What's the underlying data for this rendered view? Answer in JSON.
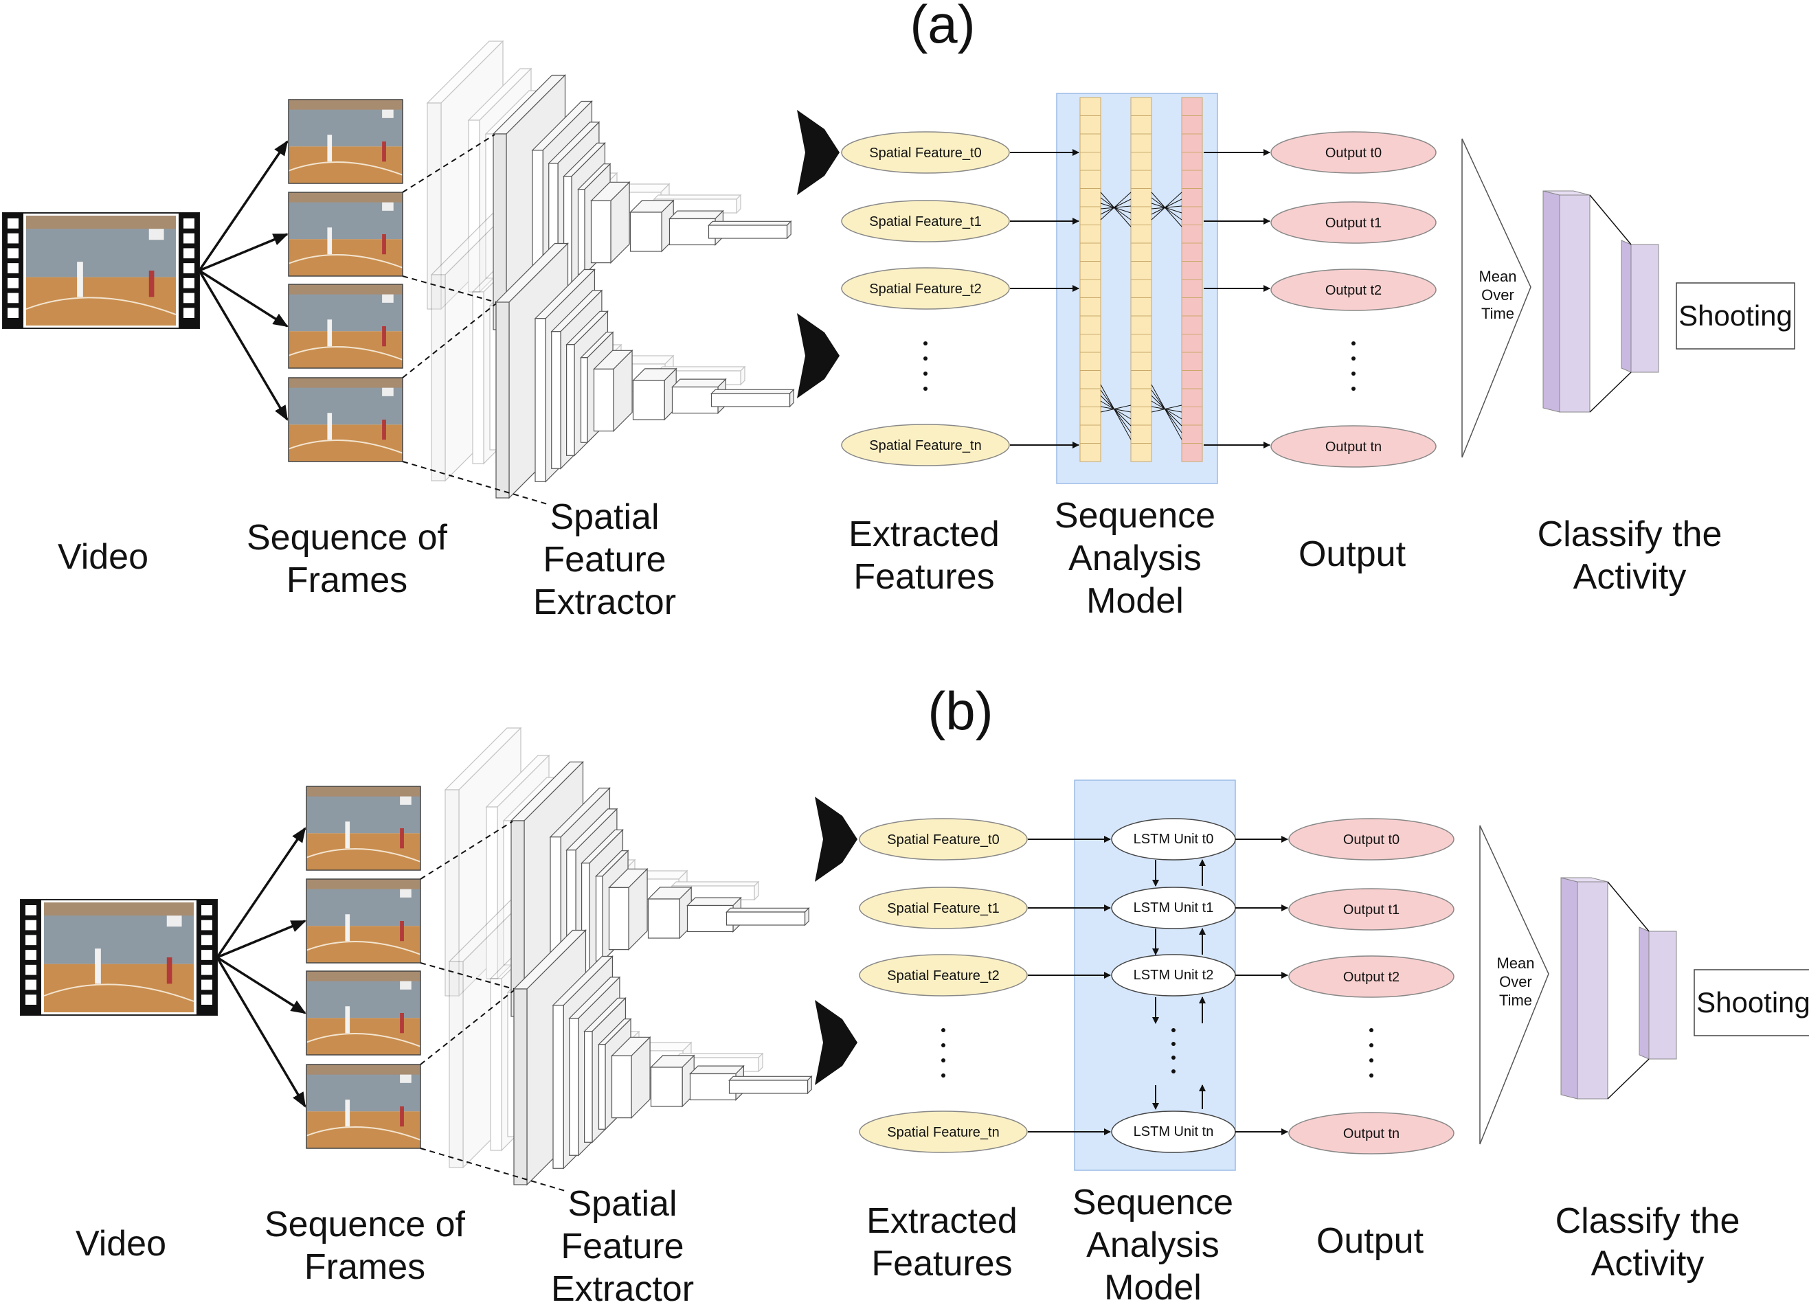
{
  "panels": [
    {
      "id": "a",
      "label": "(a)",
      "stages": {
        "video": "Video",
        "frames": [
          "Sequence of",
          "Frames"
        ],
        "extractor": [
          "Spatial",
          "Feature",
          "Extractor"
        ],
        "features": [
          "Extracted",
          "Features"
        ],
        "sequence": [
          "Sequence",
          "Analysis",
          "Model"
        ],
        "output": "Output",
        "classify": [
          "Classify the",
          "Activity"
        ]
      },
      "feature_nodes": [
        "Spatial Feature_t0",
        "Spatial Feature_t1",
        "Spatial Feature_t2",
        "Spatial Feature_tn"
      ],
      "output_nodes": [
        "Output t0",
        "Output t1",
        "Output t2",
        "Output tn"
      ],
      "mean_label": [
        "Mean",
        "Over",
        "Time"
      ],
      "class_label": "Shooting"
    },
    {
      "id": "b",
      "label": "(b)",
      "stages": {
        "video": "Video",
        "frames": [
          "Sequence of",
          "Frames"
        ],
        "extractor": [
          "Spatial",
          "Feature",
          "Extractor"
        ],
        "features": [
          "Extracted",
          "Features"
        ],
        "sequence": [
          "Sequence",
          "Analysis",
          "Model"
        ],
        "output": "Output",
        "classify": [
          "Classify the",
          "Activity"
        ]
      },
      "feature_nodes": [
        "Spatial Feature_t0",
        "Spatial Feature_t1",
        "Spatial Feature_t2",
        "Spatial Feature_tn"
      ],
      "lstm_nodes": [
        "LSTM Unit t0",
        "LSTM Unit t1",
        "LSTM Unit t2",
        "LSTM Unit tn"
      ],
      "output_nodes": [
        "Output t0",
        "Output t1",
        "Output t2",
        "Output tn"
      ],
      "mean_label": [
        "Mean",
        "Over",
        "Time"
      ],
      "class_label": "Shooting"
    }
  ],
  "colors": {
    "feature_fill": "#fbf0c4",
    "output_fill": "#f8cfcf",
    "model_bg": "#d6e6fb",
    "col_yellow": "#fbe8b6",
    "col_red": "#f6c3c3",
    "classifier": "#ddd2ec",
    "floor": "#c98e4f",
    "wall": "#8e9aa3"
  }
}
